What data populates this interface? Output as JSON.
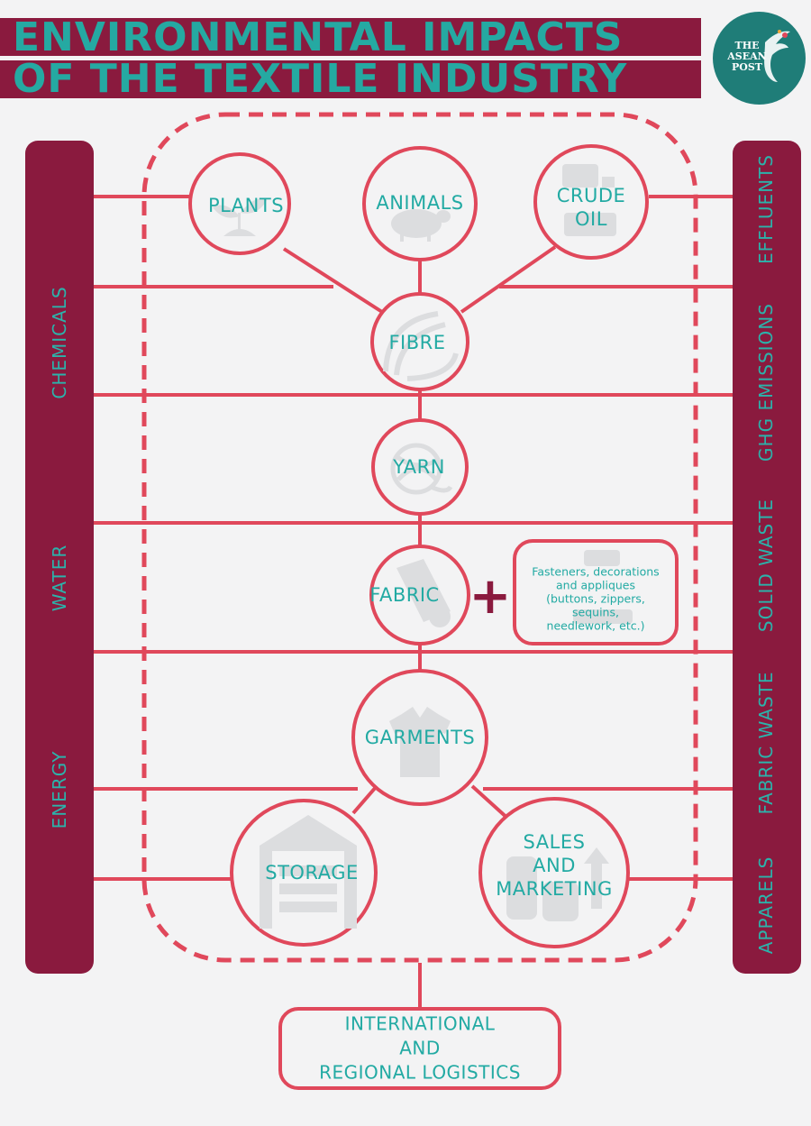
{
  "title": {
    "line1": "ENVIRONMENTAL IMPACTS",
    "line2": "OF THE TEXTILE INDUSTRY"
  },
  "logo": {
    "line1": "THE",
    "line2": "ASEAN",
    "line3": "POST"
  },
  "inputs": [
    "CHEMICALS",
    "WATER",
    "ENERGY"
  ],
  "outputs": [
    "EFFLUENTS",
    "GHG EMISSIONS",
    "SOLID WASTE",
    "FABRIC WASTE",
    "APPARELS"
  ],
  "nodes": {
    "plants": "PLANTS",
    "animals": "ANIMALS",
    "crude_oil_1": "CRUDE",
    "crude_oil_2": "OIL",
    "fibre": "FIBRE",
    "yarn": "YARN",
    "fabric": "FABRIC",
    "garments": "GARMENTS",
    "storage": "STORAGE",
    "sales_1": "SALES",
    "sales_2": "AND",
    "sales_3": "MARKETING"
  },
  "extras": {
    "plus": "+",
    "line1": "Fasteners, decorations",
    "line2": "and appliques",
    "line3": "(buttons, zippers,",
    "line4": "sequins,",
    "line5": "needlework, etc.)"
  },
  "logistics": {
    "line1": "INTERNATIONAL",
    "line2": "AND",
    "line3": "REGIONAL LOGISTICS"
  },
  "colors": {
    "maroon": "#8a1a3e",
    "teal": "#25a9a2",
    "coral": "#e0485b",
    "background": "#f3f3f4"
  },
  "icons": [
    "plant-icon",
    "sheep-icon",
    "oil-barrel-icon",
    "fibre-swirl-icon",
    "yarn-ball-icon",
    "fabric-roll-icon",
    "shirt-icon",
    "warehouse-icon",
    "coins-growth-icon",
    "sewing-machine-icon",
    "bird-logo-icon"
  ]
}
